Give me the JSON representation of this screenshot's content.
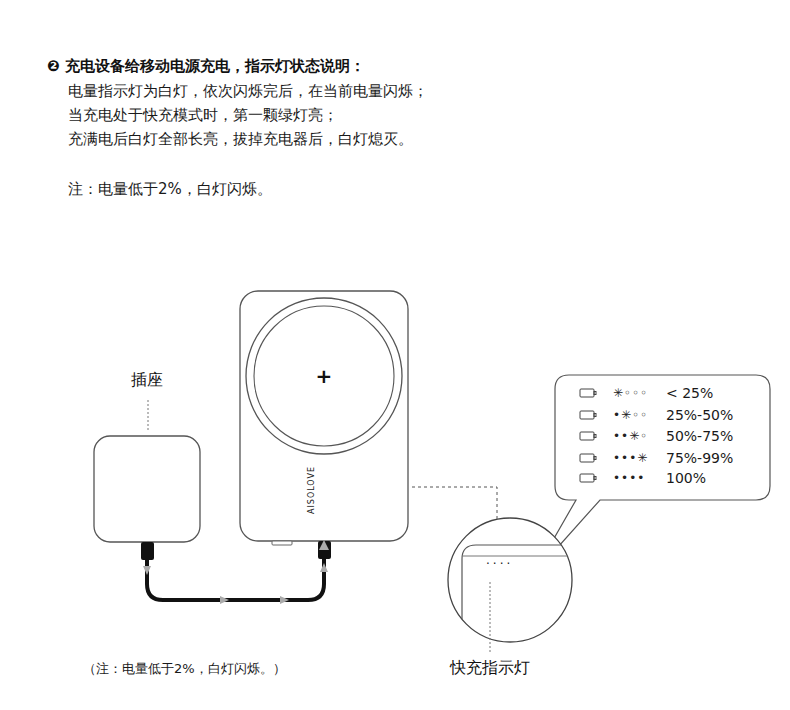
{
  "diagram": {
    "title": "❷ 充电设备给移动电源充电，指示灯状态说明：",
    "nodes": [
      {
        "text": [
          "插座"
        ]
      },
      {
        "text": [
          "+",
          "AISOLOVE"
        ]
      },
      {
        "text": [
          "✳◦◦◦",
          "< 25%",
          "•✳◦◦",
          "25%-50%",
          "••✳◦",
          "50%-75%",
          "•••✳",
          "75%-99%",
          "••••",
          "100%"
        ]
      },
      {
        "text": [
          "····",
          "快充指示灯"
        ]
      }
    ],
    "edges": [
      {
        "from": 0,
        "to": 1,
        "arrow": "to"
      },
      {
        "from": 1,
        "to": 3,
        "arrow": "none"
      }
    ],
    "labels": [
      "电量指示灯为白灯，依次闪烁完后，在当前电量闪烁；",
      "当充电处于快充模式时，第一颗绿灯亮；",
      "充满电后白灯全部长亮，拔掉充电器后，白灯熄灭。",
      "注：电量低于2%，白灯闪烁。",
      "（注：电量低于2%，白灯闪烁。）"
    ]
  }
}
